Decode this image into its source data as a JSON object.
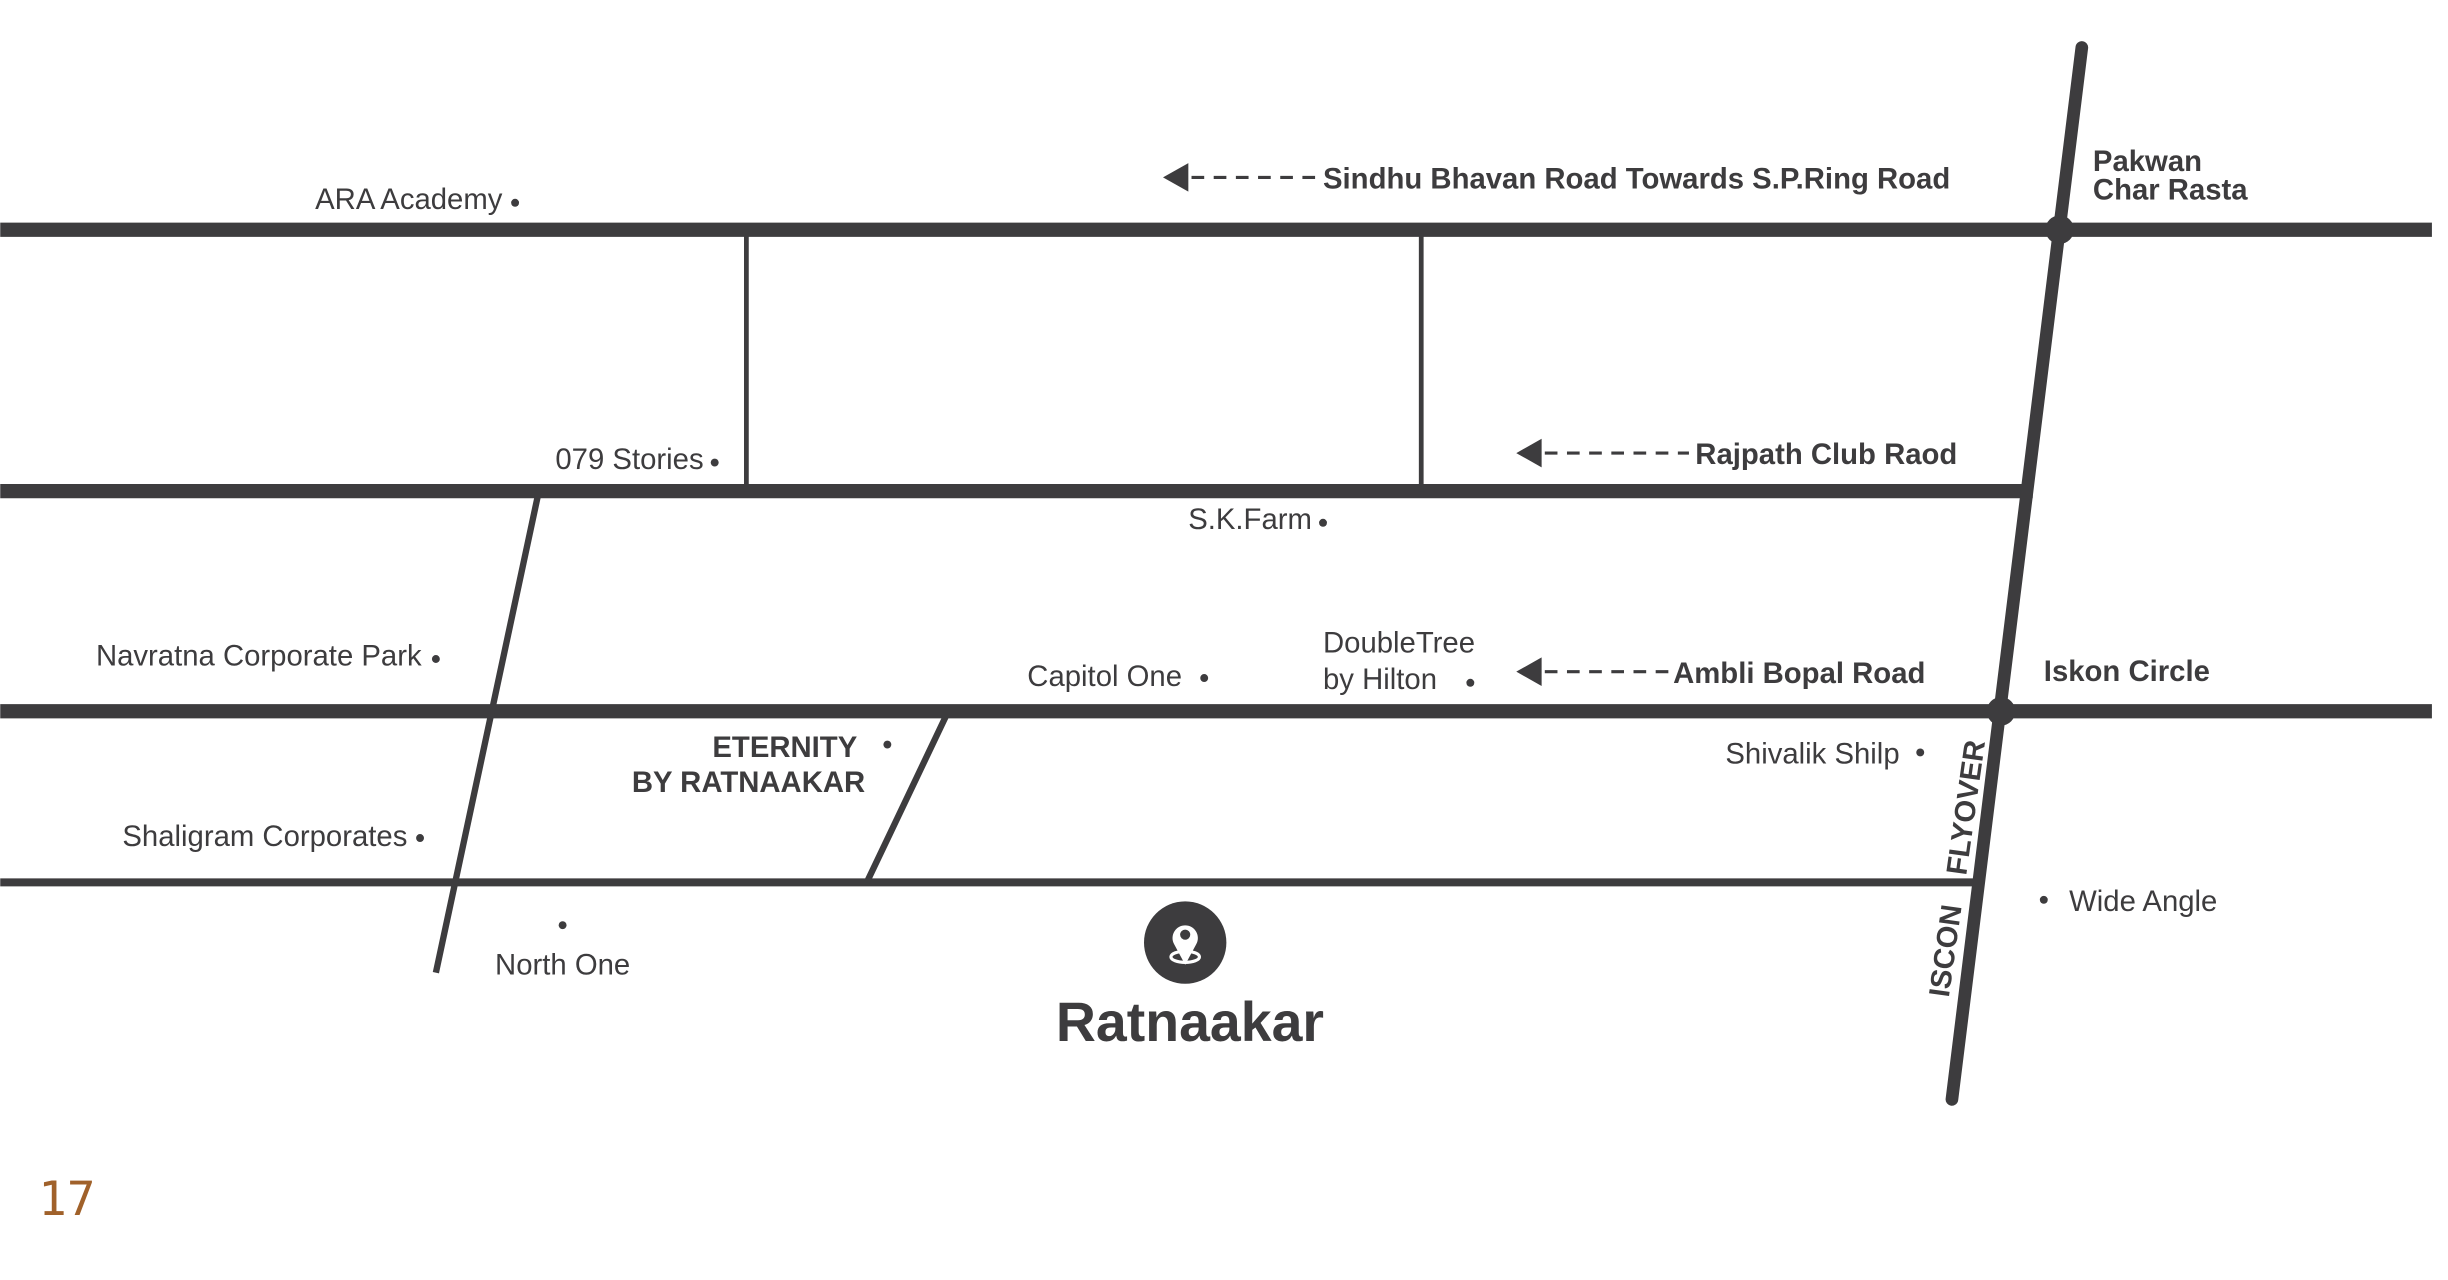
{
  "colors": {
    "road": "#3d3c3e",
    "page_number": "#a0612a",
    "background": "#ffffff"
  },
  "roads": {
    "sindhu_bhavan": "Sindhu Bhavan Road Towards S.P.Ring Road",
    "rajpath": "Rajpath Club Raod",
    "ambli_bopal": "Ambli Bopal Road",
    "flyover_line1": "ISCON",
    "flyover_line2": "FLYOVER"
  },
  "junctions": {
    "pakwan_line1": "Pakwan",
    "pakwan_line2": "Char Rasta",
    "iskon": "Iskon Circle"
  },
  "landmarks": {
    "ara": "ARA Academy",
    "stories": "079 Stories",
    "skfarm": "S.K.Farm",
    "navratna": "Navratna Corporate Park",
    "capitol": "Capitol One",
    "doubletree_line1": "DoubleTree",
    "doubletree_line2": "by Hilton",
    "shivalik": "Shivalik Shilp",
    "shaligram": "Shaligram Corporates",
    "northone": "North One",
    "wideangle": "Wide Angle",
    "eternity_line1": "ETERNITY",
    "eternity_line2": "BY RATNAAKAR"
  },
  "logo": {
    "icon": "location-pin-icon",
    "text": "Ratnaakar"
  },
  "page_number": "17"
}
